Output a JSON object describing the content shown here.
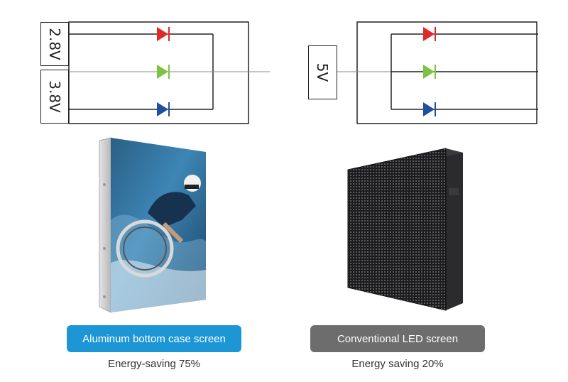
{
  "left": {
    "voltages": [
      "2.8V",
      "3.8V"
    ],
    "label": "Aluminum bottom case screen",
    "caption": "Energy-saving 75%"
  },
  "right": {
    "voltages": [
      "5V"
    ],
    "label": "Conventional LED screen",
    "caption": "Energy saving 20%"
  },
  "colors": {
    "led_red": "#e02a26",
    "led_green": "#7cc243",
    "led_blue": "#1f4fa0",
    "pill_blue": "#1d96d6",
    "pill_gray": "#6d6d6d"
  }
}
